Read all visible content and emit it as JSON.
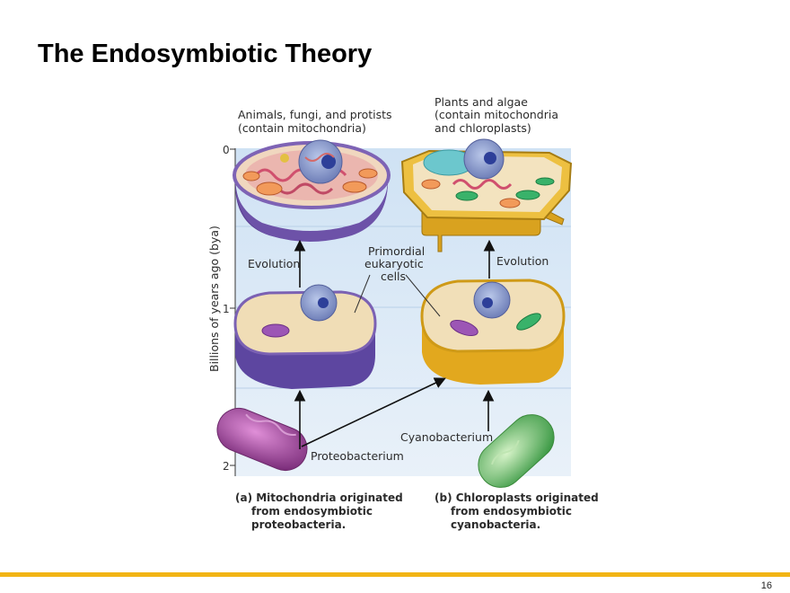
{
  "slide": {
    "title": "The Endosymbiotic Theory",
    "page_number": "16"
  },
  "diagram": {
    "top_left_label": [
      "Animals, fungi, and protists",
      "(contain mitochondria)"
    ],
    "top_right_label": [
      "Plants and algae",
      "(contain mitochondria",
      "and chloroplasts)"
    ],
    "axis_title": "Billions of years ago (bya)",
    "ticks": [
      "0",
      "1",
      "2"
    ],
    "evolution_left": "Evolution",
    "evolution_right": "Evolution",
    "primordial": [
      "Primordial",
      "eukaryotic",
      "cells"
    ],
    "cyanobacterium": "Cyanobacterium",
    "proteobacterium": "Proteobacterium",
    "caption_a": [
      "(a) Mitochondria originated",
      "from endosymbiotic",
      "proteobacteria."
    ],
    "caption_b": [
      "(b) Chloroplasts originated",
      "from endosymbiotic",
      "cyanobacteria."
    ]
  },
  "colors": {
    "accent_bar": "#f2b414",
    "panel": "#d8e8f6",
    "purple_cell": "#6c4fa0",
    "yellow_cell": "#e9b62a",
    "green_bacterium": "#7cc46a",
    "magenta_bacterium": "#a34aa0"
  }
}
